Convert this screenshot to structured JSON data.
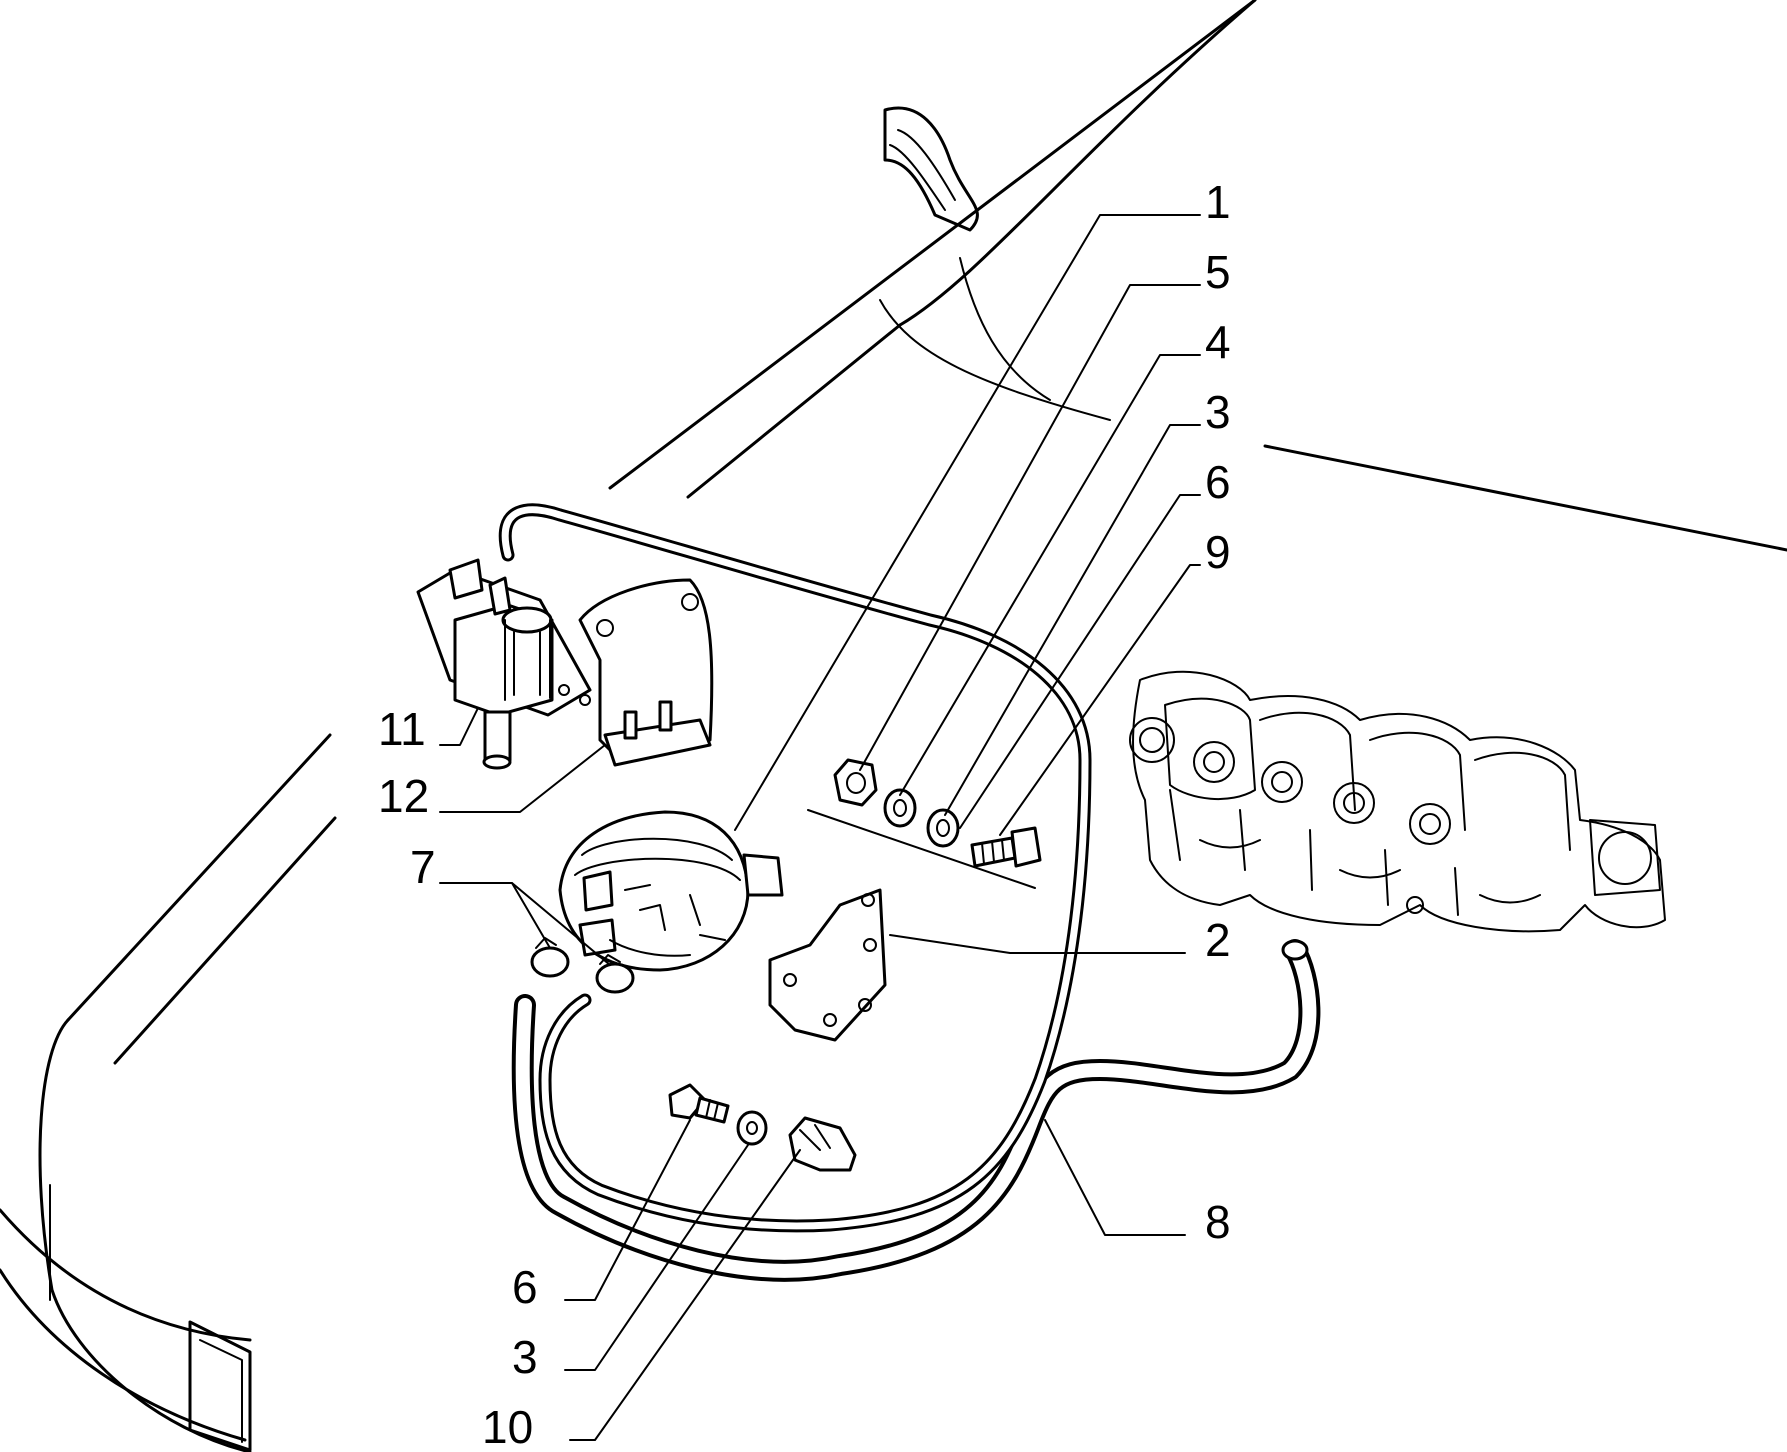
{
  "labels": {
    "l1": "1",
    "l5": "5",
    "l4": "4",
    "l3a": "3",
    "l6a": "6",
    "l9": "9",
    "l11": "11",
    "l12": "12",
    "l7": "7",
    "l2": "2",
    "l8": "8",
    "l6b": "6",
    "l3b": "3",
    "l10": "10"
  }
}
